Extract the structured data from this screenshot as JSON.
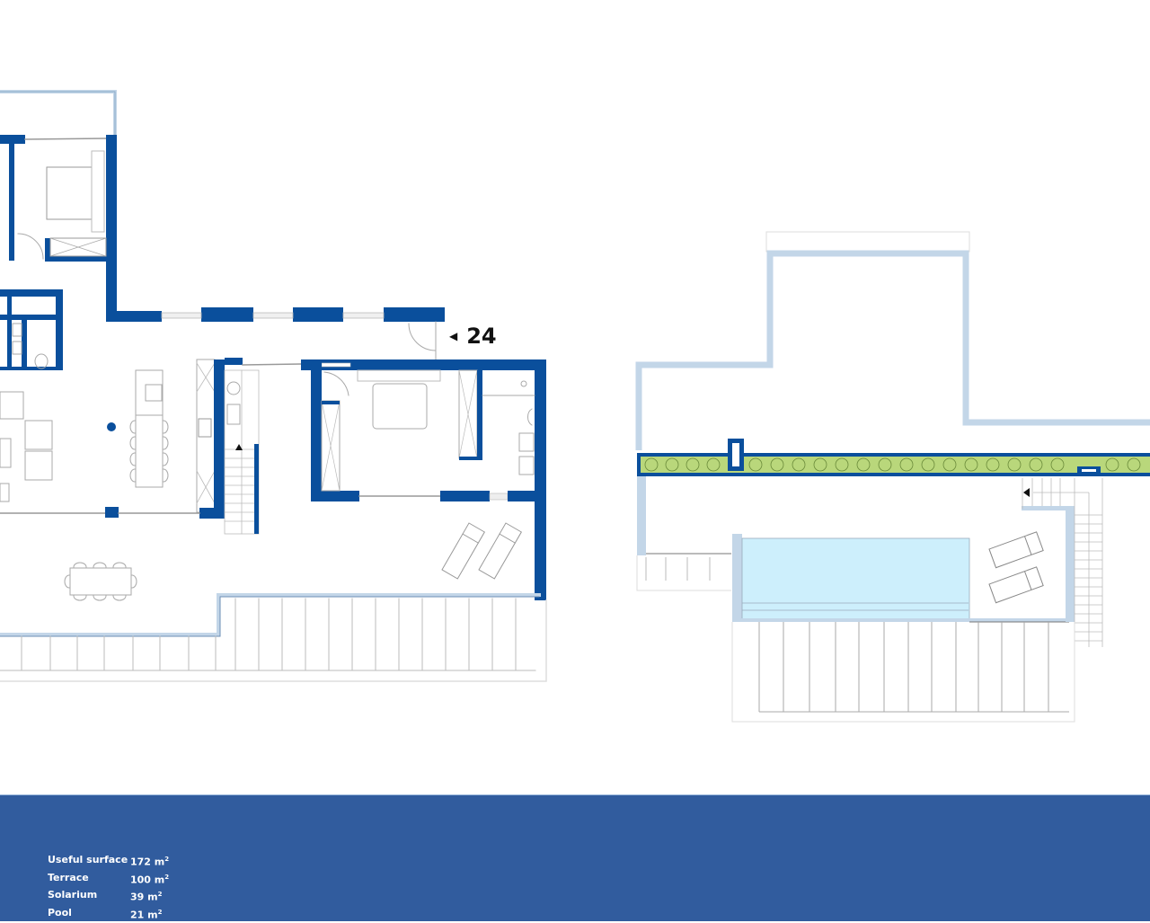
{
  "section_marker": {
    "arrow": "◀",
    "number": "24"
  },
  "surfaces": [
    {
      "label": "Useful surface",
      "value": "172 m",
      "unit_sup": "2"
    },
    {
      "label": "Terrace",
      "value": "100 m",
      "unit_sup": "2"
    },
    {
      "label": "Solarium",
      "value": "39 m",
      "unit_sup": "2"
    },
    {
      "label": "Pool",
      "value": "21 m",
      "unit_sup": "2"
    }
  ],
  "colors": {
    "wall": "#0a4f9c",
    "light_wall": "#c3d6e8",
    "band": "#315c9e",
    "planter": "#b9d77b",
    "pool": "#cdeffc"
  }
}
